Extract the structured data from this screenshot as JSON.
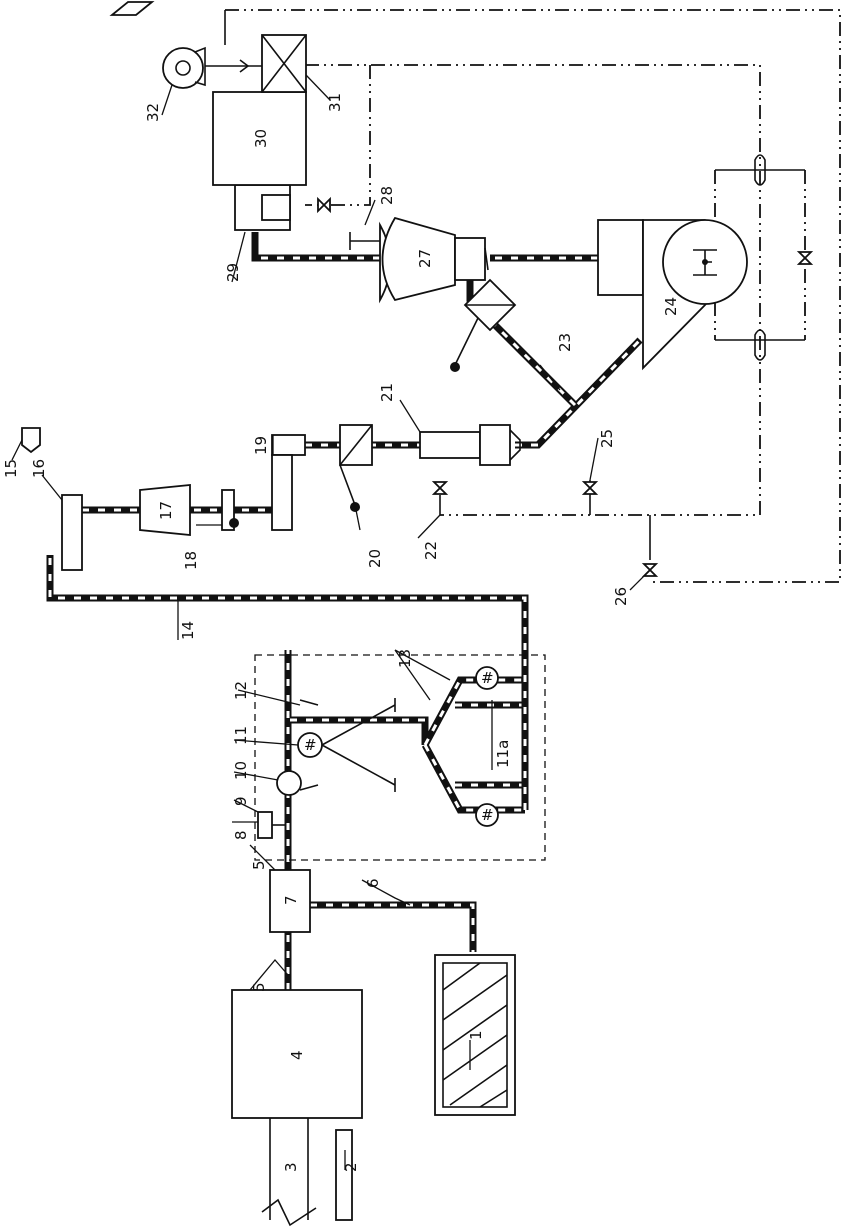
{
  "labels": {
    "l1": "1",
    "l2": "2",
    "l3": "3",
    "l4": "4",
    "l5a": "5",
    "l5b": "5",
    "l6": "6",
    "l7": "7",
    "l8": "8",
    "l9": "9",
    "l10": "10",
    "l11": "11",
    "l11a": "11a",
    "l12": "12",
    "l13": "13",
    "l14": "14",
    "l15": "15",
    "l16": "16",
    "l17": "17",
    "l18": "18",
    "l19": "19",
    "l20": "20",
    "l21": "21",
    "l22": "22",
    "l23": "23",
    "l24": "24",
    "l25": "25",
    "l26": "26",
    "l27": "27",
    "l28": "28",
    "l29": "29",
    "l30": "30",
    "l31": "31",
    "l32": "32"
  }
}
